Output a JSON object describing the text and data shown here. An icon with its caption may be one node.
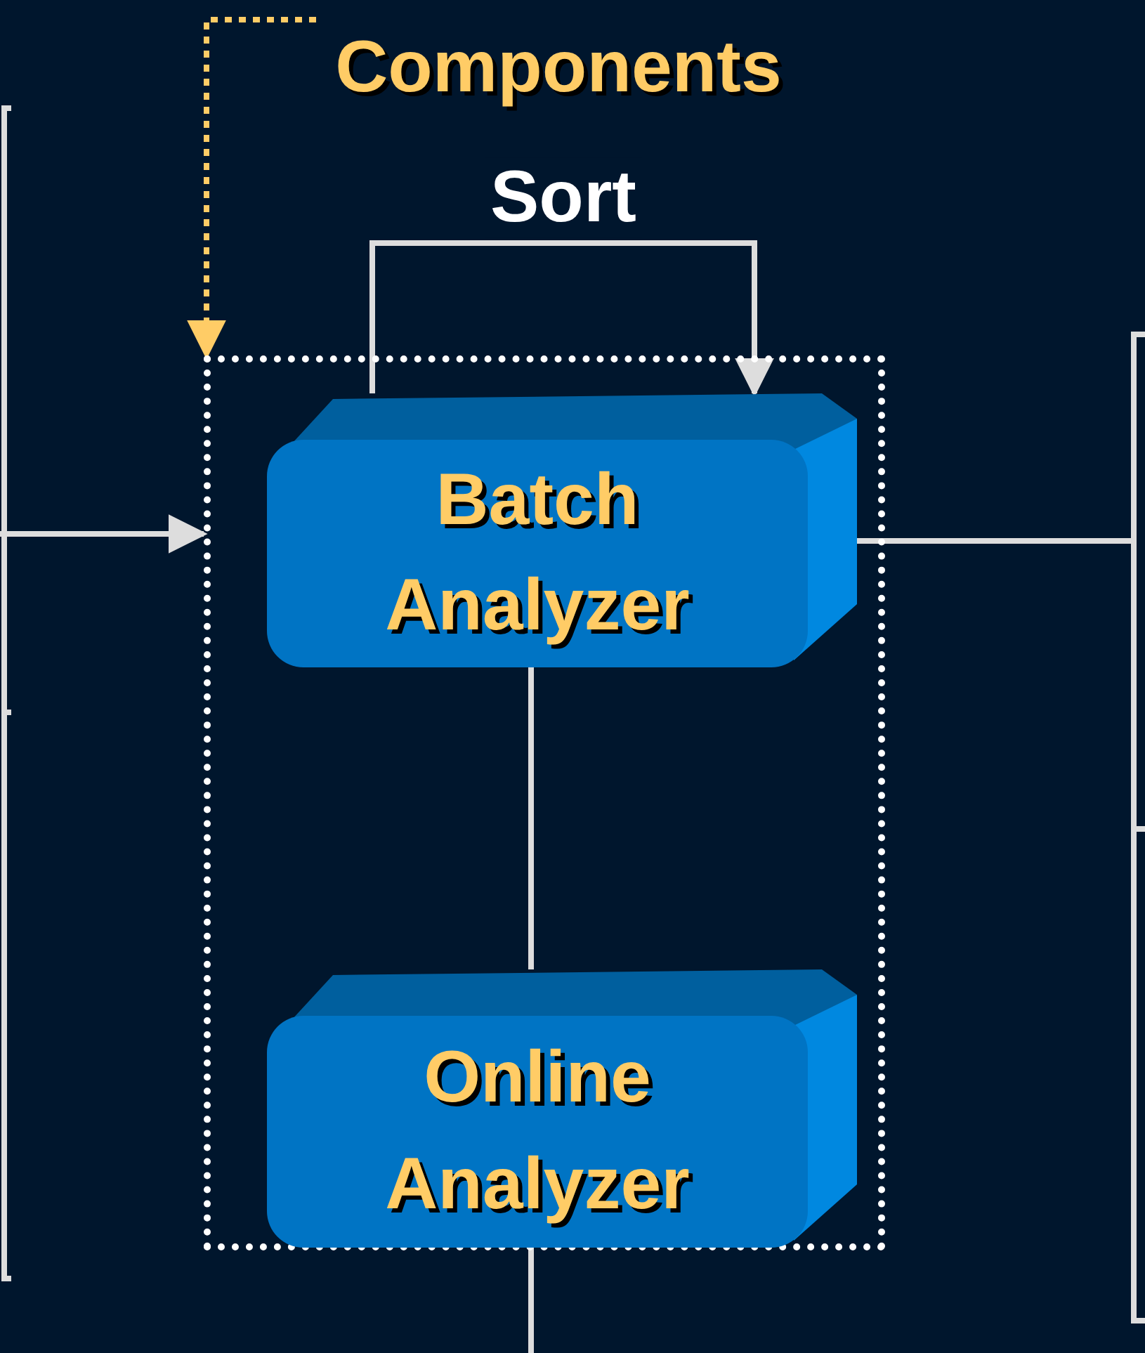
{
  "diagram": {
    "nodes": [
      {
        "text": [
          "Components"
        ]
      },
      {
        "text": [],
        "shape": "box"
      },
      {
        "text": [
          "Batch Analyzer"
        ],
        "in": 1
      },
      {
        "text": [
          "Online Analyzer"
        ],
        "in": 1
      }
    ],
    "edges": [
      {
        "from": 0,
        "to": 1,
        "arrow": "to",
        "style": "dashed",
        "color": "#ffcc66"
      },
      {
        "from": 2,
        "to": 2,
        "arrow": "to",
        "label": "Sort"
      },
      {
        "from": null,
        "to": 1,
        "arrow": "to"
      },
      {
        "from": 2,
        "to": null,
        "arrow": "none"
      },
      {
        "from": 2,
        "to": 3,
        "arrow": "none"
      },
      {
        "from": 3,
        "to": null,
        "arrow": "none"
      }
    ]
  }
}
